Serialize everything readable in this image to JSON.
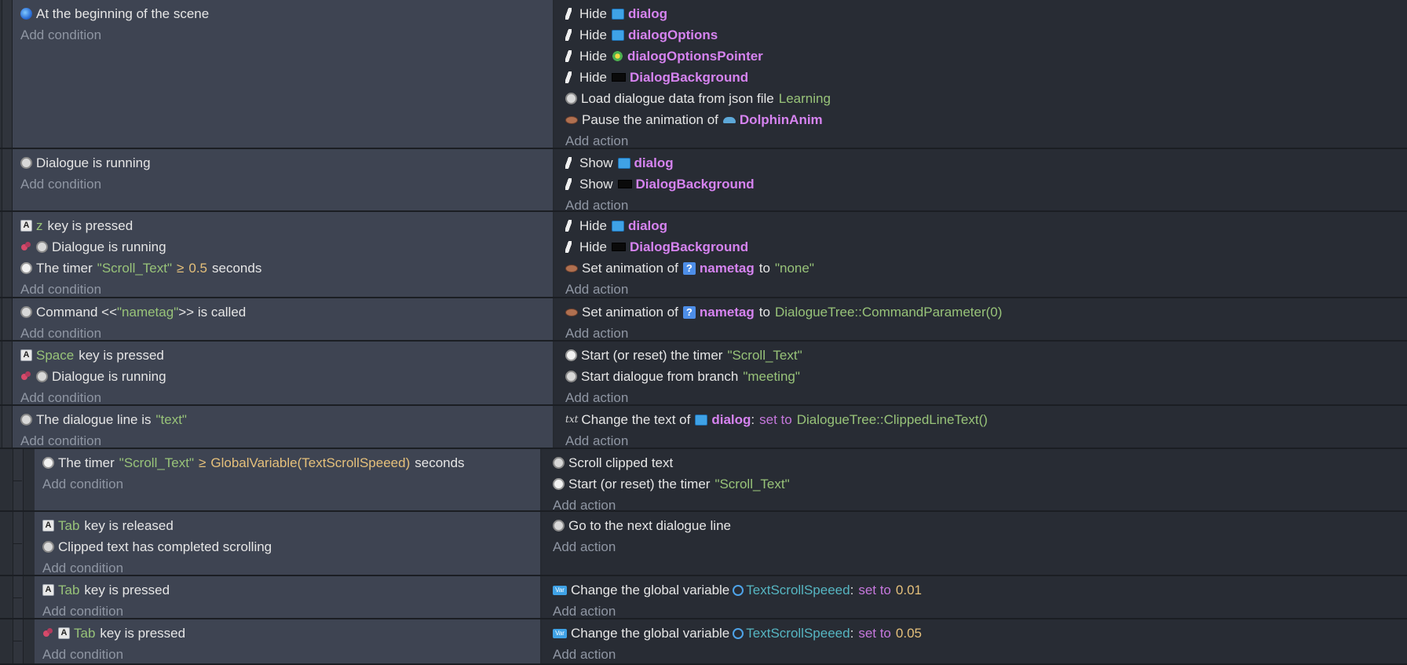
{
  "common": {
    "add_condition": "Add condition",
    "add_action": "Add action",
    "hide": "Hide",
    "show": "Show",
    "key_is_pressed": "key is pressed",
    "key_is_released": "key is released",
    "dialogue_is_running": "Dialogue is running",
    "the_timer": "The timer",
    "seconds": "seconds",
    "gte": "≥",
    "set_animation_of": "Set animation of",
    "to": "to",
    "start_reset_timer": "Start (or reset) the timer",
    "change_global_var": "Change the global variable",
    "set_to": "set to",
    "colon": ":"
  },
  "events": [
    {
      "conditions": {
        "c0": "At the beginning of the scene"
      },
      "actions": {
        "a0_obj": "dialog",
        "a1_obj": "dialogOptions",
        "a2_obj": "dialogOptionsPointer",
        "a3_obj": "DialogBackground",
        "a4_text": "Load dialogue data from json file",
        "a4_val": "Learning",
        "a5_text": "Pause the animation of",
        "a5_obj": "DolphinAnim"
      }
    },
    {
      "conditions": {
        "c0": "Dialogue is running"
      },
      "actions": {
        "a0_obj": "dialog",
        "a1_obj": "DialogBackground"
      }
    },
    {
      "conditions": {
        "c0_key": "z",
        "c2_timer": "\"Scroll_Text\"",
        "c2_val": "0.5"
      },
      "actions": {
        "a0_obj": "dialog",
        "a1_obj": "DialogBackground",
        "a2_obj": "nametag",
        "a2_val": "\"none\""
      }
    },
    {
      "conditions": {
        "c0_a": "Command <<",
        "c0_b": "\"nametag\"",
        "c0_c": ">> is called"
      },
      "actions": {
        "a0_obj": "nametag",
        "a0_val": "DialogueTree::CommandParameter(0)"
      }
    },
    {
      "conditions": {
        "c0_key": "Space"
      },
      "actions": {
        "a0_val": "\"Scroll_Text\"",
        "a1_text": "Start dialogue from branch",
        "a1_val": "\"meeting\""
      }
    },
    {
      "conditions": {
        "c0_text": "The dialogue line is",
        "c0_val": "\"text\""
      },
      "actions": {
        "a0_icon": "txt",
        "a0_text": "Change the text of",
        "a0_obj": "dialog",
        "a0_val": "DialogueTree::ClippedLineText()"
      }
    },
    {
      "conditions": {
        "c0_timer": "\"Scroll_Text\"",
        "c0_val": "GlobalVariable(TextScrollSpeeed)"
      },
      "actions": {
        "a0_text": "Scroll clipped text",
        "a1_val": "\"Scroll_Text\""
      }
    },
    {
      "conditions": {
        "c0_key": "Tab",
        "c1_text": "Clipped text has completed scrolling"
      },
      "actions": {
        "a0_text": "Go to the next dialogue line"
      }
    },
    {
      "conditions": {
        "c0_key": "Tab"
      },
      "actions": {
        "a0_var": "TextScrollSpeeed",
        "a0_val": "0.01"
      }
    },
    {
      "conditions": {
        "c0_key": "Tab"
      },
      "actions": {
        "a0_var": "TextScrollSpeeed",
        "a0_val": "0.05"
      }
    }
  ]
}
